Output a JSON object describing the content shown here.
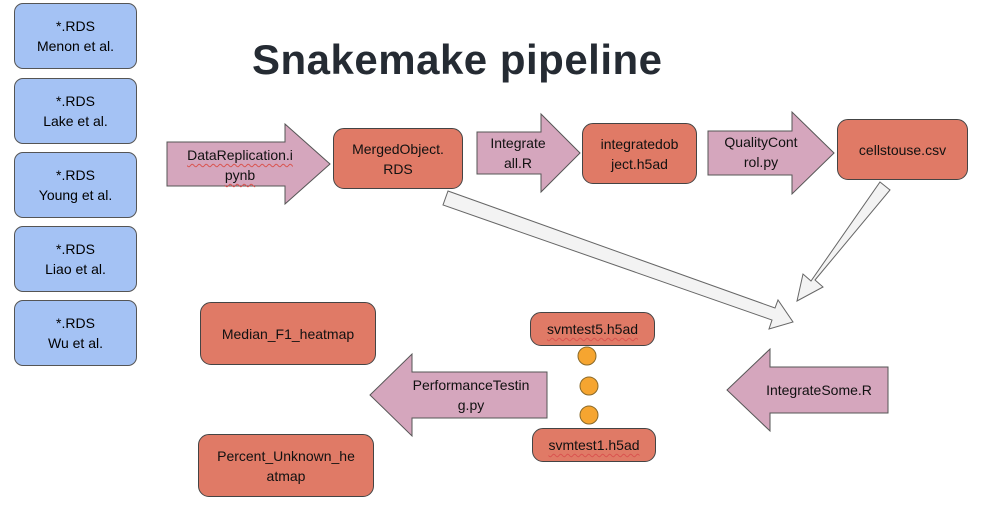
{
  "title": "Snakemake pipeline",
  "sources": [
    {
      "line1": "*.RDS",
      "line2": "Menon et al."
    },
    {
      "line1": "*.RDS",
      "line2": "Lake et al."
    },
    {
      "line1": "*.RDS",
      "line2": "Young et al."
    },
    {
      "line1": "*.RDS",
      "line2": "Liao et al."
    },
    {
      "line1": "*.RDS",
      "line2": "Wu et al."
    }
  ],
  "nodes": {
    "merged": "MergedObject.\nRDS",
    "integrated": "integratedob\nject.h5ad",
    "cells": "cellstouse.csv",
    "svm5": "svmtest5.h5ad",
    "svm1": "svmtest1.h5ad",
    "f1_heatmap": "Median_F1_heatmap",
    "unknown_heatmap": "Percent_Unknown_he\natmap"
  },
  "steps": {
    "data_replication": "DataReplication.i\npynb",
    "integrate_all": "Integrate\nall.R",
    "quality_control": "QualityCont\nrol.py",
    "integrate_some": "IntegrateSome.R",
    "performance_testing": "PerformanceTestin\ng.py"
  },
  "colors": {
    "source_fill": "#a4c2f4",
    "node_fill": "#e07a66",
    "step_arrow_fill": "#d5a6bd",
    "connector_fill": "#f3f3f3",
    "ellipsis_dot": "#f6a530"
  }
}
